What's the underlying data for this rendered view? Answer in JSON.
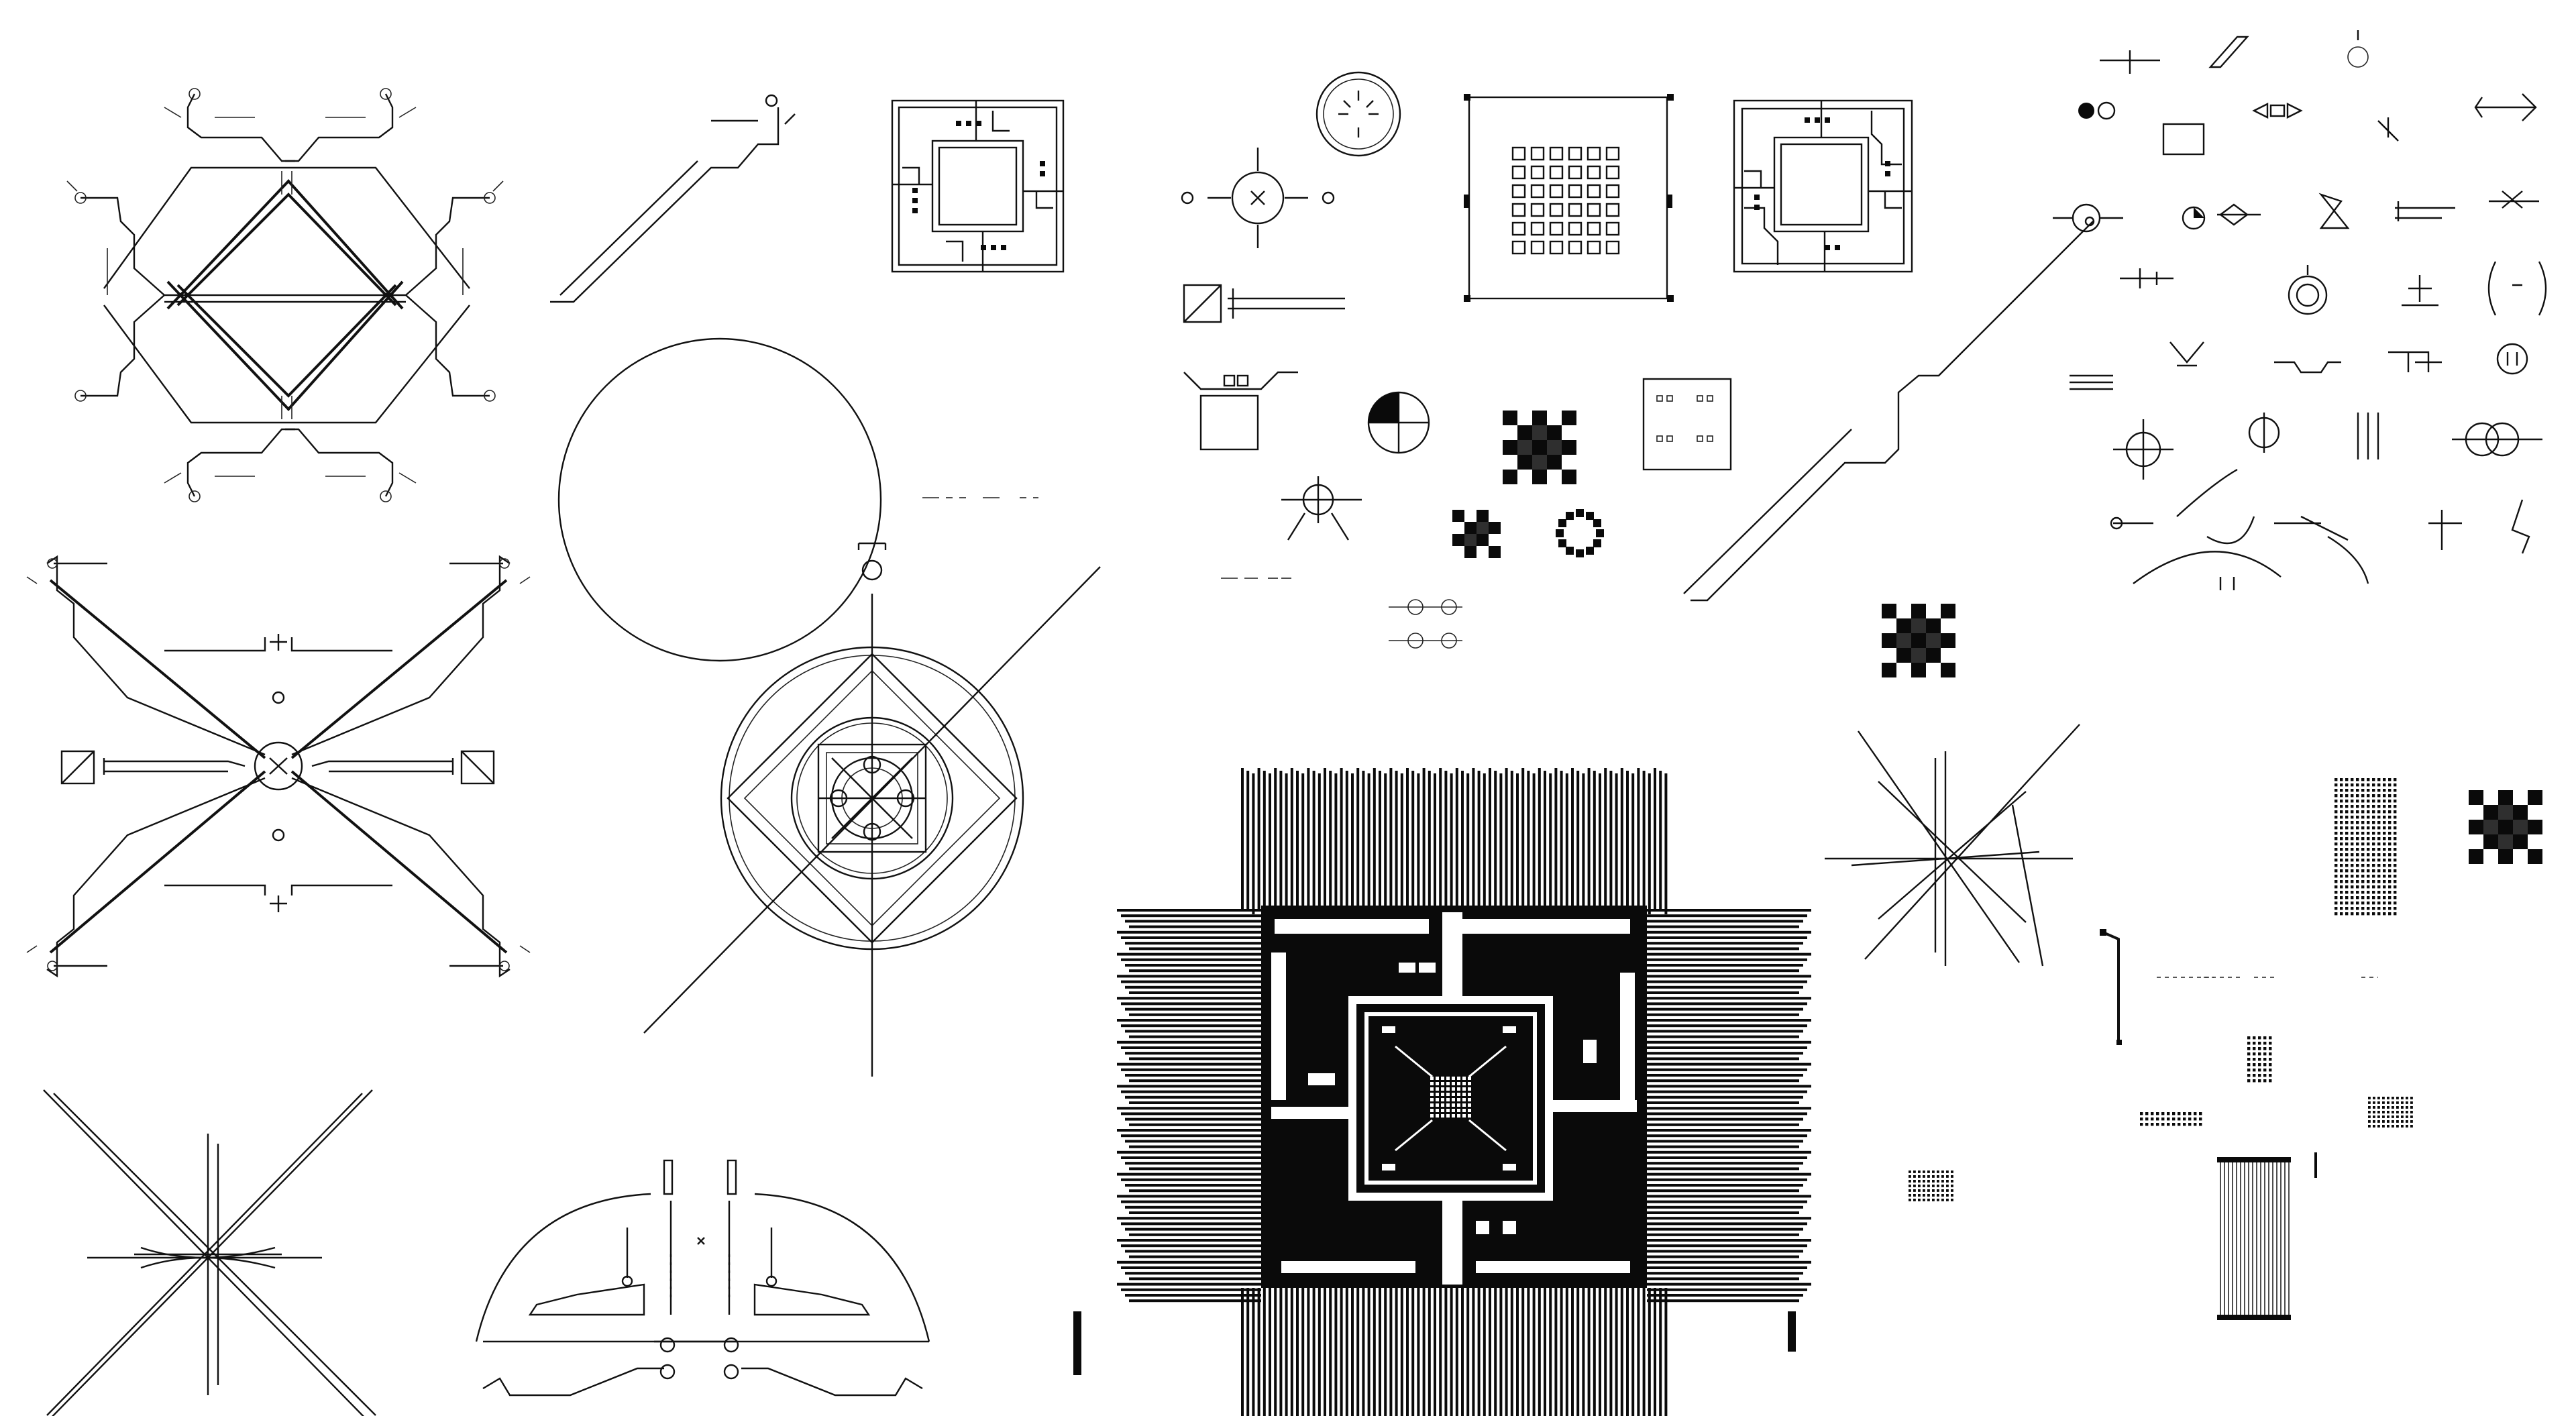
{
  "canvas": {
    "background": "#ffffff",
    "ink": "#0a0a0a"
  },
  "elements": [
    "crossed-bracket-frame",
    "diagonal-connector-line",
    "quad-chip-outline",
    "target-reticle-small",
    "pin-grid-chip",
    "quad-chip-outline-right",
    "symbol-sheet",
    "x-frame-with-center-target",
    "large-circle",
    "radar-compass",
    "qfp-chip",
    "starburst-left",
    "arched-dashboard-frame",
    "starburst-right",
    "dot-matrix-blocks"
  ]
}
